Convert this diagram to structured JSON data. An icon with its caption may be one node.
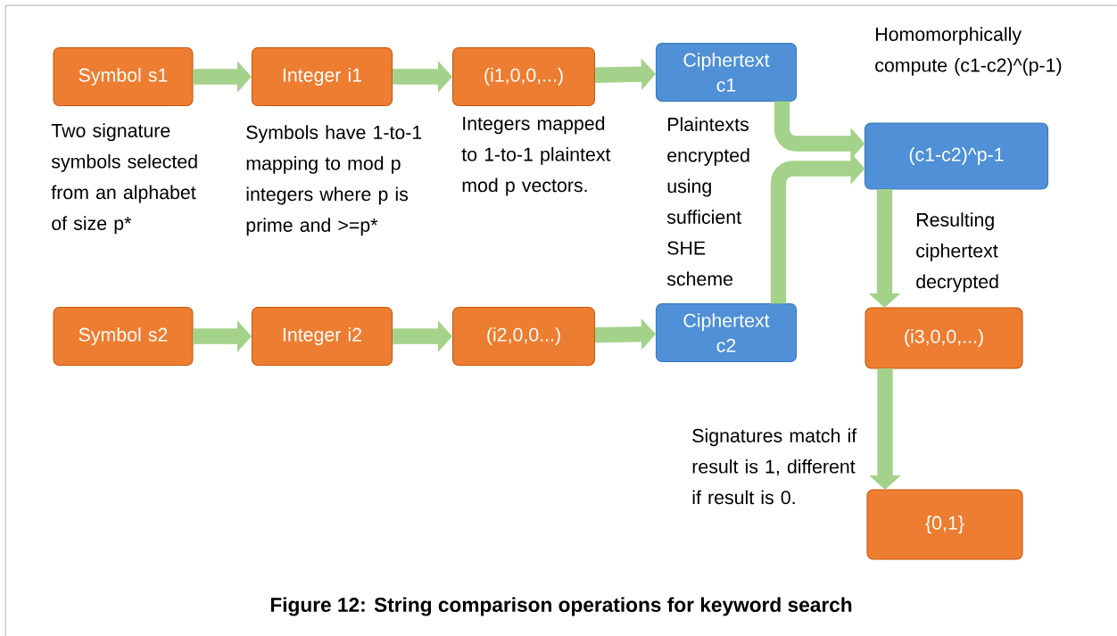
{
  "diagram": {
    "caption": "Figure 12: String comparison operations for keyword search",
    "nodes": [
      {
        "text": [
          "Symbol s1"
        ]
      },
      {
        "text": [
          "Integer i1"
        ]
      },
      {
        "text": [
          "(i1,0,0,...)"
        ]
      },
      {
        "text": [
          "Ciphertext c1"
        ]
      },
      {
        "text": [
          "(c1-c2)^p-1"
        ]
      },
      {
        "text": [
          "Symbol s2"
        ]
      },
      {
        "text": [
          "Integer i2"
        ]
      },
      {
        "text": [
          "(i2,0,0...)"
        ]
      },
      {
        "text": [
          "Ciphertext c2"
        ]
      },
      {
        "text": [
          "(i3,0,0,...)"
        ]
      },
      {
        "text": [
          "{0,1}"
        ]
      }
    ],
    "edges": [
      {
        "from": 0,
        "to": 1,
        "arrow": "to"
      },
      {
        "from": 1,
        "to": 2,
        "arrow": "to"
      },
      {
        "from": 2,
        "to": 3,
        "arrow": "to"
      },
      {
        "from": 3,
        "to": 4,
        "arrow": "to"
      },
      {
        "from": 5,
        "to": 6,
        "arrow": "to"
      },
      {
        "from": 6,
        "to": 7,
        "arrow": "to"
      },
      {
        "from": 7,
        "to": 8,
        "arrow": "to"
      },
      {
        "from": 8,
        "to": 4,
        "arrow": "to"
      },
      {
        "from": 4,
        "to": 9,
        "arrow": "to"
      },
      {
        "from": 9,
        "to": 10,
        "arrow": "to"
      }
    ],
    "labels": [
      "Homomorphically compute (c1-c2)^(p-1)",
      "Two signature symbols selected from an alphabet of size p*",
      "Symbols have 1-to-1 mapping to mod p integers where p is prime and >=p*",
      "Integers mapped to 1-to-1 plaintext mod p vectors.",
      "Plaintexts encrypted using sufficient SHE scheme",
      "Resulting ciphertext decrypted",
      "Signatures match if result is 1, different if result is 0."
    ]
  }
}
